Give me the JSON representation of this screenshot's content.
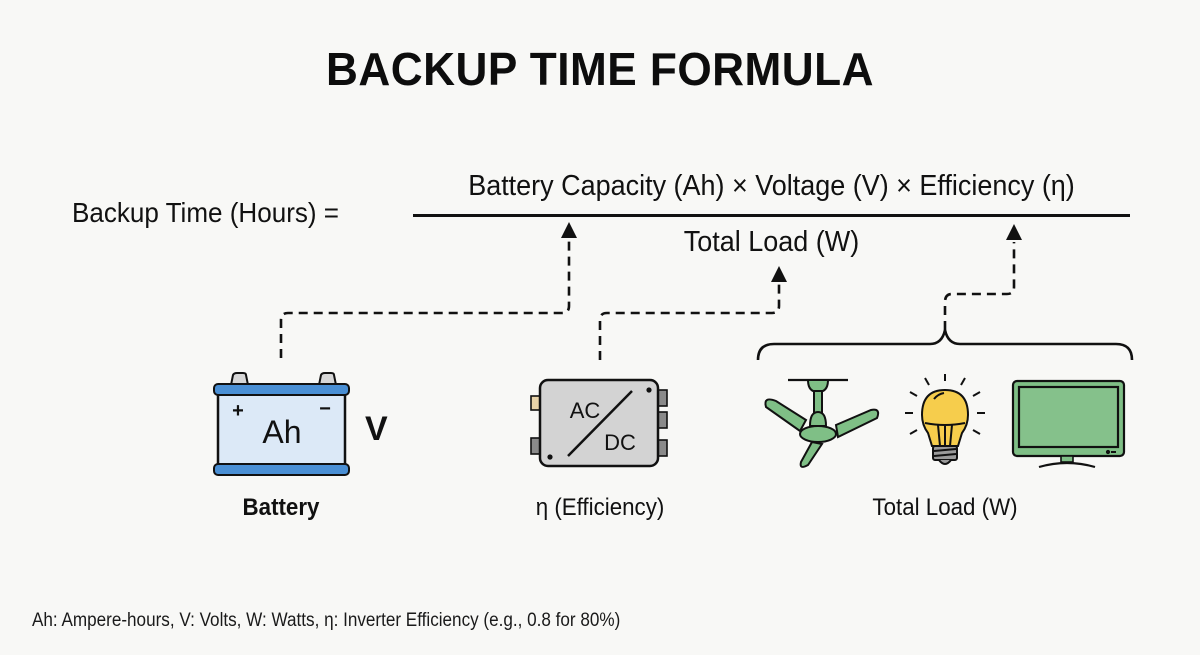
{
  "title": "BACKUP TIME FORMULA",
  "formula": {
    "lhs": "Backup Time (Hours) =",
    "numerator": "Battery Capacity (Ah) × Voltage (V) × Efficiency (η)",
    "denominator": "Total Load (W)"
  },
  "components": {
    "battery": {
      "label": "Battery",
      "icon_text": "Ah",
      "plus": "+",
      "minus": "−",
      "voltage_symbol": "V",
      "color_fill": "#dce9f7",
      "color_bands": "#4a8fd4"
    },
    "inverter": {
      "label": "η (Efficiency)",
      "top_text": "AC",
      "bottom_text": "DC",
      "color_fill": "#d3d3d3"
    },
    "load": {
      "label": "Total Load (W)",
      "items": [
        "ceiling-fan",
        "light-bulb",
        "television"
      ],
      "color_green": "#7fbf86",
      "color_yellow": "#f6cd4c"
    }
  },
  "footnote": "Ah: Ampere-hours, V: Volts, W: Watts, η: Inverter Efficiency (e.g., 0.8 for 80%)"
}
